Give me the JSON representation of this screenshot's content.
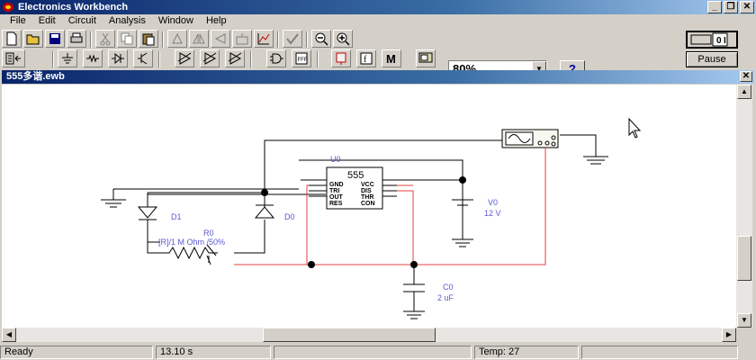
{
  "window": {
    "title": "Electronics Workbench",
    "min": "_",
    "max": "❐",
    "close": "✕"
  },
  "menu": [
    "File",
    "Edit",
    "Circuit",
    "Analysis",
    "Window",
    "Help"
  ],
  "toolbar": {
    "zoom_value": "80%",
    "help_label": "?",
    "pause_label": "Pause"
  },
  "document": {
    "title": "555多谐.ewb",
    "close": "✕"
  },
  "circuit": {
    "ic_ref": "U0",
    "ic_name": "555",
    "pins_left": [
      "GND",
      "TRI",
      "OUT",
      "RES"
    ],
    "pins_right": [
      "VCC",
      "DIS",
      "THR",
      "CON"
    ],
    "d1": "D1",
    "d0": "D0",
    "r_ref": "R0",
    "r_value": "[R]/1 M Ohm /50%",
    "v_ref": "V0",
    "v_value": "12 V",
    "c_ref": "C0",
    "c_value": "2 uF"
  },
  "status": {
    "state": "Ready",
    "time": "13.10 s",
    "temp": "Temp:  27"
  }
}
